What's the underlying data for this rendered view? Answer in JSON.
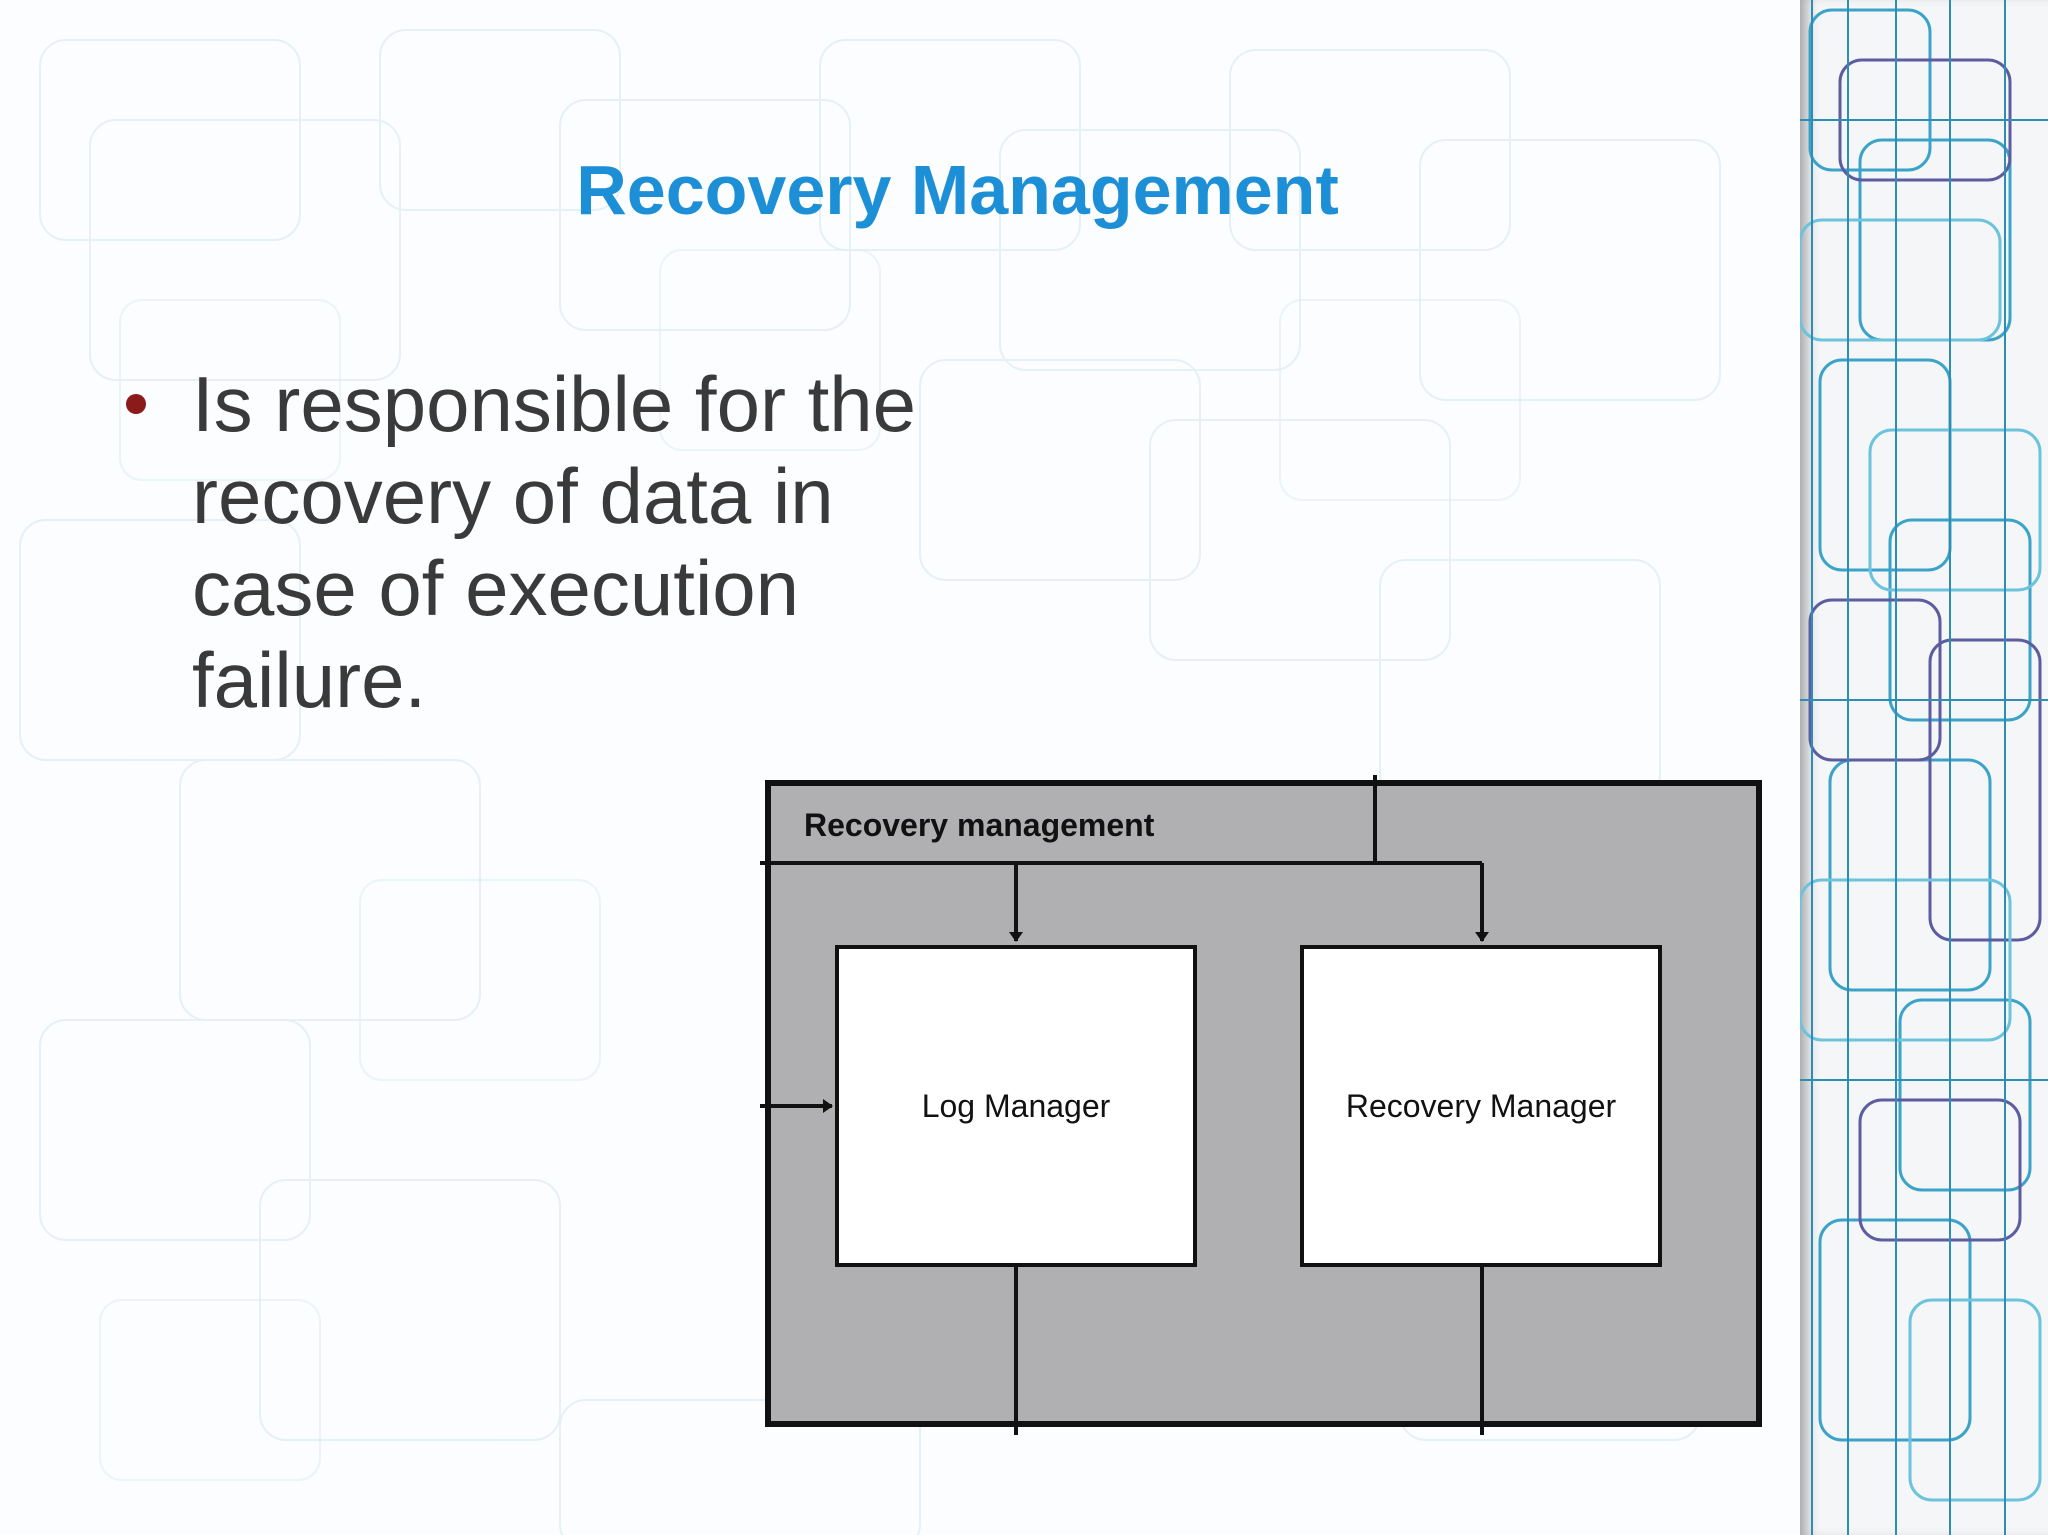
{
  "slide": {
    "title": "Recovery Management",
    "bullets": [
      "Is responsible for the recovery of data in case of execution failure."
    ]
  },
  "diagram": {
    "container_label": "Recovery management",
    "components": [
      "Log Manager",
      "Recovery Manager"
    ],
    "colors": {
      "frame_fill": "#b0b0b2",
      "box_fill": "#ffffff",
      "stroke": "#111111"
    }
  },
  "colors": {
    "title": "#1d8fd6",
    "bullet_text": "#3a3a3a",
    "bullet_dot": "#8b1a1a"
  }
}
